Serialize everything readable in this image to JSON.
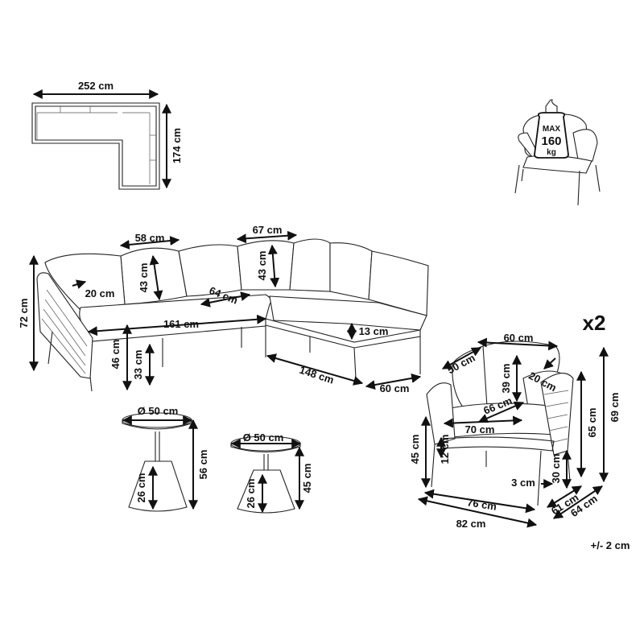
{
  "labels": {
    "top_width": "252 cm",
    "top_depth": "174 cm",
    "max_text": "MAX",
    "max_value": "160",
    "max_unit": "kg",
    "cushion_width": "58 cm",
    "corner_cushion_width": "67 cm",
    "back_cushion_height": "43 cm",
    "back_cushion_height_2": "43 cm",
    "armrest_cushion": "20 cm",
    "seat_depth": "64 cm",
    "sofa_height": "72 cm",
    "long_length": "161 cm",
    "overall_height_seat": "46 cm",
    "seat_height": "33 cm",
    "seat_thickness": "13 cm",
    "short_length": "148 cm",
    "module_depth": "60 cm",
    "multiplier": "x2",
    "chair_back_width": "60 cm",
    "chair_back_height": "50 cm",
    "chair_back_cushion": "39 cm",
    "chair_arm_cushion": "20 cm",
    "chair_seat_depth": "66 cm",
    "chair_seat_width": "70 cm",
    "chair_height": "69 cm",
    "chair_arm_height": "65 cm",
    "chair_seat_height": "45 cm",
    "chair_cushion_thickness": "12 cm",
    "chair_seat_frame": "30 cm",
    "chair_leg_gap": "3 cm",
    "chair_inner_width": "76 cm",
    "chair_outer_width": "82 cm",
    "chair_inner_depth": "61 cm",
    "chair_outer_depth": "64 cm",
    "table1_diameter": "Ø 50 cm",
    "table1_height": "56 cm",
    "table1_base": "26 cm",
    "table2_diameter": "Ø 50 cm",
    "table2_height": "45 cm",
    "table2_base": "26 cm",
    "tolerance": "+/- 2 cm"
  }
}
